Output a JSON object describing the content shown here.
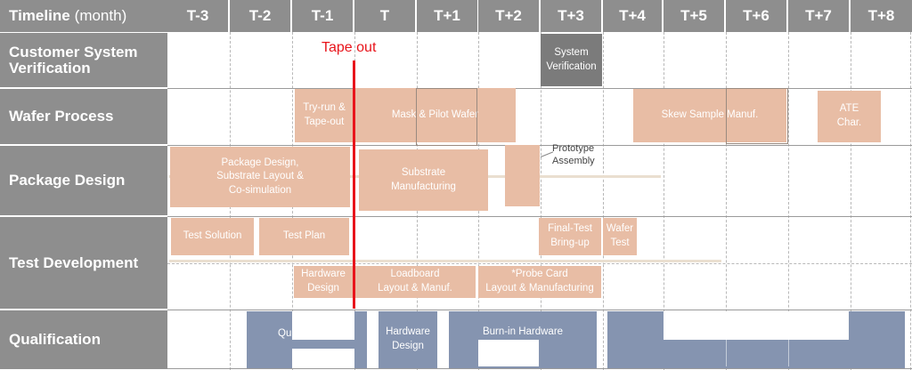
{
  "header": {
    "title_bold": "Timeline",
    "title_sub": "(month)",
    "columns": [
      "T-3",
      "T-2",
      "T-1",
      "T",
      "T+1",
      "T+2",
      "T+3",
      "T+4",
      "T+5",
      "T+6",
      "T+7",
      "T+8"
    ]
  },
  "rows": [
    {
      "id": "customer",
      "label": "Customer System\nVerification"
    },
    {
      "id": "wafer",
      "label": "Wafer Process"
    },
    {
      "id": "package",
      "label": "Package Design"
    },
    {
      "id": "test",
      "label": "Test Development"
    },
    {
      "id": "qual",
      "label": "Qualification"
    }
  ],
  "milestone": {
    "label": "Tape out"
  },
  "tasks": {
    "system_verification": "System\nVerification",
    "try_run": "Try-run &\nTape-out",
    "mask_pilot": "Mask & Pilot Wafer",
    "skew_sample": "Skew Sample Manuf.",
    "ate_char": "ATE\nChar.",
    "package_design": "Package  Design,\nSubstrate Layout &\nCo-simulation",
    "substrate_mfg": "Substrate\nManufacturing",
    "prototype_assembly": "Prototype\nAssembly",
    "test_solution": "Test Solution",
    "test_plan": "Test Plan",
    "final_test": "Final-Test\nBring-up",
    "wafer_test": "Wafer\nTest",
    "hardware_design_test": "Hardware\nDesign",
    "loadboard": "Loadboard\nLayout & Manuf.",
    "probe_card": "*Probe Card\nLayout & Manufacturing",
    "qual_partial": "Qu",
    "hardware_design_qual": "Hardware\nDesign",
    "burn_in": "Burn-in Hardware\nring"
  },
  "colors": {
    "header_bg": "#8e8e8e",
    "task_peach": "#e8bda5",
    "task_blue": "#8594b0",
    "task_grey": "#7b7b7b",
    "milestone_red": "#e8141b"
  }
}
